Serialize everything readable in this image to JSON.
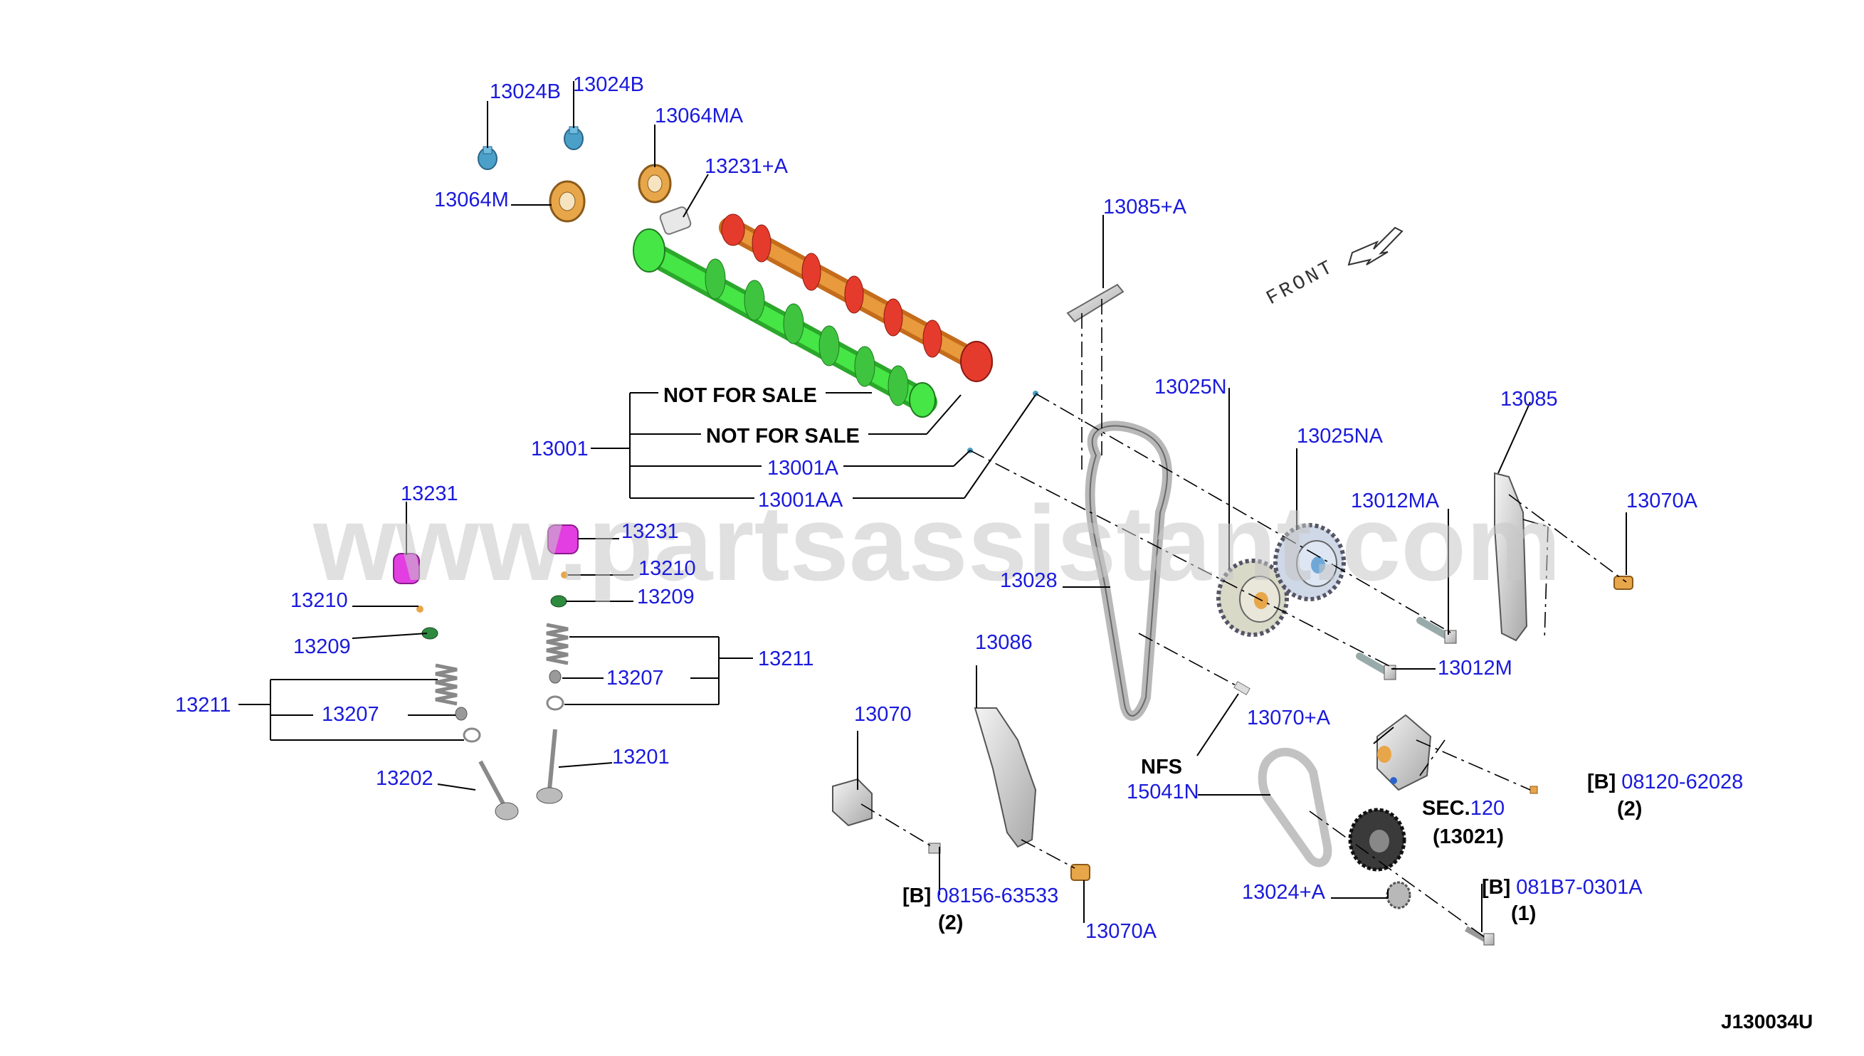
{
  "watermark": "www.partsassistant.com",
  "diagram_code": "J130034U",
  "direction_label": "FRONT",
  "not_for_sale_1": "NOT FOR SALE",
  "not_for_sale_2": "NOT FOR SALE",
  "nfs_label": "NFS",
  "sec_prefix": "SEC.",
  "sec_number": "120",
  "sec_part": "(13021)",
  "bolt_a_bracket": "[B]",
  "bolt_a_num": "08156-63533",
  "bolt_a_qty": "(2)",
  "bolt_b_bracket": "[B]",
  "bolt_b_num": "08120-62028",
  "bolt_b_qty": "(2)",
  "bolt_c_bracket": "[B]",
  "bolt_c_num": "081B7-0301A",
  "bolt_c_qty": "(1)",
  "parts": {
    "p13024b_left": "13024B",
    "p13024b_right": "13024B",
    "p13064ma": "13064MA",
    "p13064m": "13064M",
    "p13231a": "13231+A",
    "p13085a": "13085+A",
    "p13001": "13001",
    "p13001a": "13001A",
    "p13001aa": "13001AA",
    "p13025n": "13025N",
    "p13025na": "13025NA",
    "p13085": "13085",
    "p13012ma": "13012MA",
    "p13070a_right": "13070A",
    "p13231_left": "13231",
    "p13231_mid": "13231",
    "p13210_mid": "13210",
    "p13209_mid": "13209",
    "p13210_left": "13210",
    "p13209_left": "13209",
    "p13211_right": "13211",
    "p13207_mid": "13207",
    "p13211_left": "13211",
    "p13207_left": "13207",
    "p13201": "13201",
    "p13202": "13202",
    "p13028": "13028",
    "p13012m": "13012M",
    "p13086": "13086",
    "p13070": "13070",
    "p13070a_plus": "13070+A",
    "p15041n": "15041N",
    "p13070a_bottom": "13070A",
    "p13024a": "13024+A"
  },
  "colors": {
    "label_blue": "#1a1adc",
    "intake_cam": "#3ee23e",
    "exhaust_cam_red": "#e53b2c",
    "exhaust_cam_orange": "#e89a3c",
    "sprocket_orange": "#e8a64a",
    "bolt_blue": "#4aa0c8",
    "lifter_magenta": "#e23ee2",
    "keeper_green": "#2e8a3e"
  }
}
